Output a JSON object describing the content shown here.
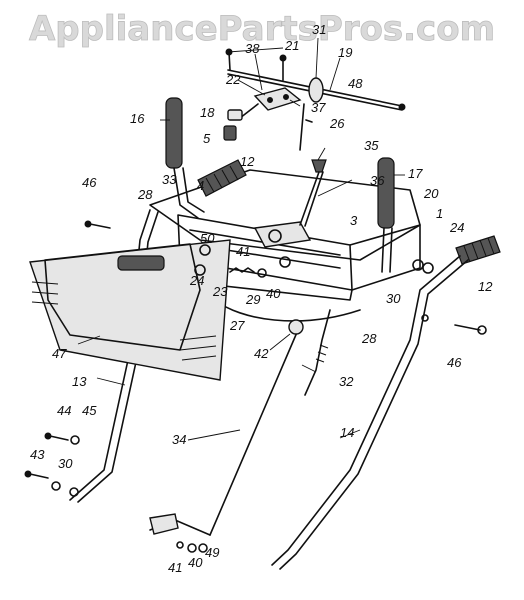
{
  "watermark": "AppliancePartsPros.com",
  "callouts": [
    {
      "id": "c21",
      "text": "21"
    },
    {
      "id": "c31",
      "text": "31"
    },
    {
      "id": "c19",
      "text": "19"
    },
    {
      "id": "c38",
      "text": "38"
    },
    {
      "id": "c48",
      "text": "48"
    },
    {
      "id": "c22",
      "text": "22"
    },
    {
      "id": "c37",
      "text": "37"
    },
    {
      "id": "c26",
      "text": "26"
    },
    {
      "id": "c18",
      "text": "18"
    },
    {
      "id": "c16",
      "text": "16"
    },
    {
      "id": "c5",
      "text": "5"
    },
    {
      "id": "c35",
      "text": "35"
    },
    {
      "id": "c12a",
      "text": "12"
    },
    {
      "id": "c17",
      "text": "17"
    },
    {
      "id": "c46a",
      "text": "46"
    },
    {
      "id": "c33",
      "text": "33"
    },
    {
      "id": "c4",
      "text": "4"
    },
    {
      "id": "c36",
      "text": "36"
    },
    {
      "id": "c20",
      "text": "20"
    },
    {
      "id": "c28a",
      "text": "28"
    },
    {
      "id": "c3",
      "text": "3"
    },
    {
      "id": "c1",
      "text": "1"
    },
    {
      "id": "c24a",
      "text": "24"
    },
    {
      "id": "c50",
      "text": "50"
    },
    {
      "id": "c41a",
      "text": "41"
    },
    {
      "id": "c24b",
      "text": "24"
    },
    {
      "id": "c23",
      "text": "23"
    },
    {
      "id": "c29",
      "text": "29"
    },
    {
      "id": "c40a",
      "text": "40"
    },
    {
      "id": "c12b",
      "text": "12"
    },
    {
      "id": "c27",
      "text": "27"
    },
    {
      "id": "c30a",
      "text": "30"
    },
    {
      "id": "c28b",
      "text": "28"
    },
    {
      "id": "c46b",
      "text": "46"
    },
    {
      "id": "c47",
      "text": "47"
    },
    {
      "id": "c42",
      "text": "42"
    },
    {
      "id": "c13",
      "text": "13"
    },
    {
      "id": "c32",
      "text": "32"
    },
    {
      "id": "c44",
      "text": "44"
    },
    {
      "id": "c45",
      "text": "45"
    },
    {
      "id": "c34",
      "text": "34"
    },
    {
      "id": "c14",
      "text": "14"
    },
    {
      "id": "c43",
      "text": "43"
    },
    {
      "id": "c30b",
      "text": "30"
    },
    {
      "id": "c41b",
      "text": "41"
    },
    {
      "id": "c40b",
      "text": "40"
    },
    {
      "id": "c49",
      "text": "49"
    }
  ]
}
